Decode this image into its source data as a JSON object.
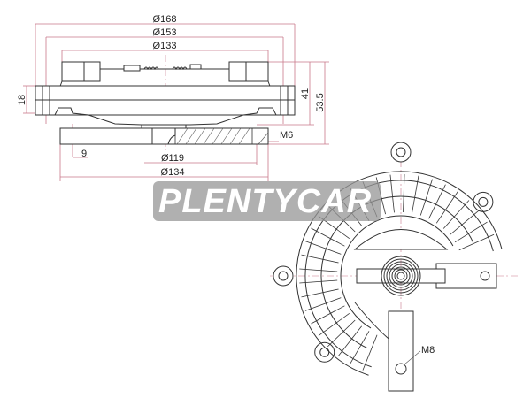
{
  "side_view": {
    "dims": {
      "d168": "Ø168",
      "d153": "Ø153",
      "d133": "Ø133",
      "h18": "18",
      "h41": "41",
      "h53": "53.5",
      "thread": "M6",
      "t9": "9",
      "d119": "Ø119",
      "d134": "Ø134"
    }
  },
  "front_view": {
    "thread": "M8"
  },
  "watermark": "PLENTYCAR",
  "colors": {
    "dimension": "#c9788a",
    "line": "#333333",
    "watermark": "#969696"
  }
}
